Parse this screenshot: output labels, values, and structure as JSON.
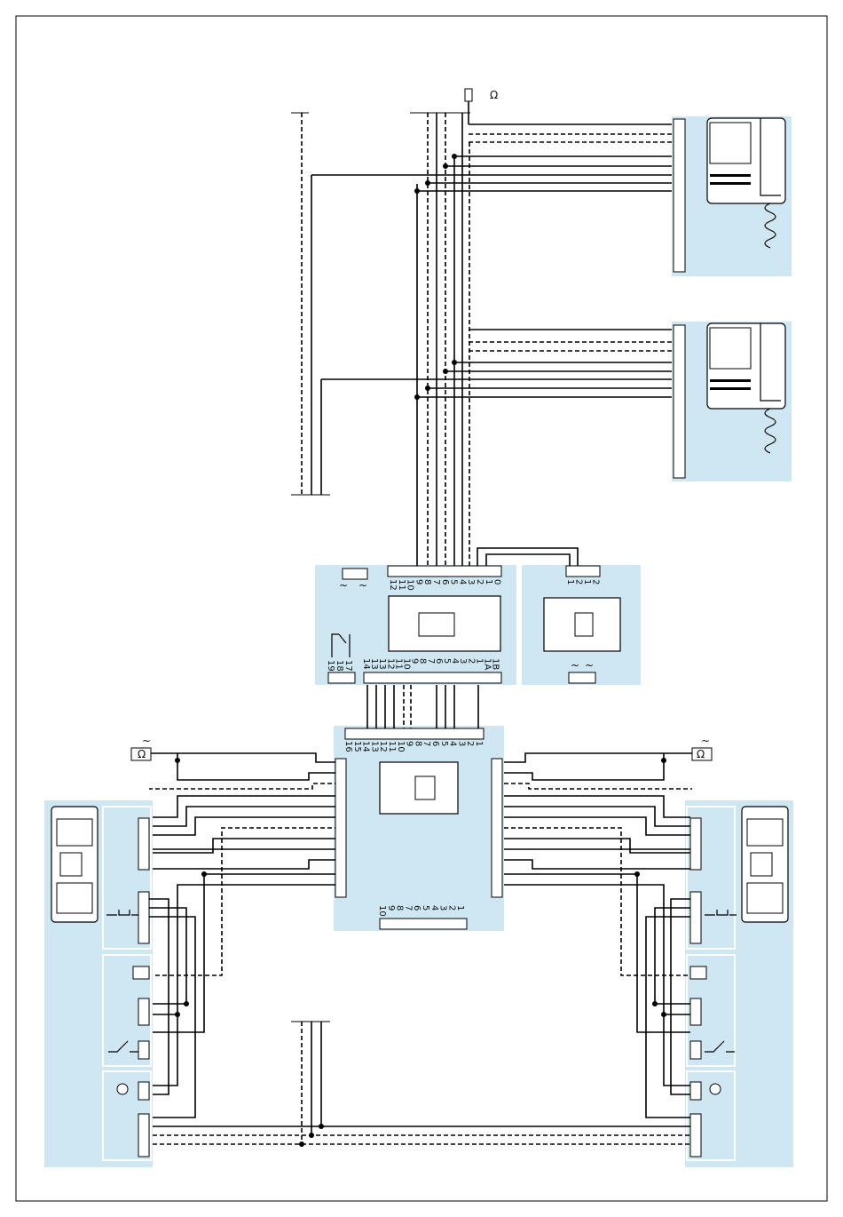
{
  "colors": {
    "panel": "#cfe7f3",
    "line": "#000000",
    "terminal_fill": "#ffffff",
    "device_fill": "#ffffff"
  },
  "symbols": {
    "ohm": "Ω",
    "ac": "~"
  },
  "power_supply": {
    "top_terminals": [
      "12",
      "11",
      "10",
      "9",
      "8",
      "7",
      "6",
      "5",
      "4",
      "3",
      "2",
      "1",
      "0"
    ],
    "bottom_terminals": [
      "14",
      "13",
      "13",
      "12",
      "11",
      "10",
      "9",
      "8",
      "7",
      "6",
      "5",
      "4",
      "3",
      "2",
      "1",
      "1A",
      "1B"
    ],
    "relay_terminals": [
      "19",
      "18",
      "17"
    ]
  },
  "aux_unit": {
    "top_terminals": [
      "1",
      "2",
      "1",
      "2"
    ]
  },
  "switcher": {
    "top_terminals": [
      "16",
      "15",
      "14",
      "13",
      "12",
      "11",
      "10",
      "9",
      "8",
      "7",
      "6",
      "5",
      "4",
      "3",
      "2",
      "1"
    ],
    "bottom_terminals": [
      "10",
      "9",
      "8",
      "7",
      "6",
      "5",
      "4",
      "3",
      "2",
      "1"
    ]
  }
}
